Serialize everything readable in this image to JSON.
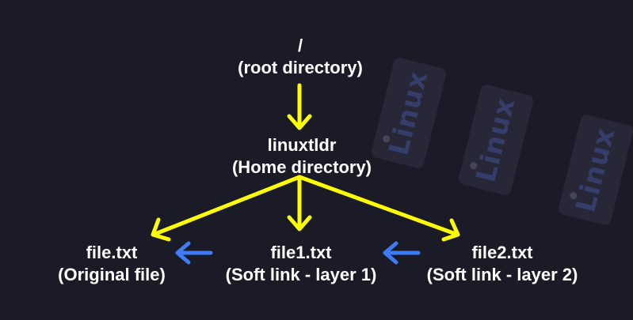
{
  "diagram": {
    "root": {
      "name": "/",
      "desc": "(root directory)"
    },
    "home": {
      "name": "linuxtldr",
      "desc": "(Home directory)"
    },
    "files": [
      {
        "name": "file.txt",
        "desc": "(Original file)"
      },
      {
        "name": "file1.txt",
        "desc": "(Soft link - layer 1)"
      },
      {
        "name": "file2.txt",
        "desc": "(Soft link - layer 2)"
      }
    ],
    "colors": {
      "background": "#1b1b27",
      "tree_arrow": "#ffff00",
      "link_arrow": "#3f7bf5",
      "text": "#ffffff"
    }
  },
  "watermark": {
    "text": "Linux",
    "icon": "linuxtldr-logo"
  }
}
